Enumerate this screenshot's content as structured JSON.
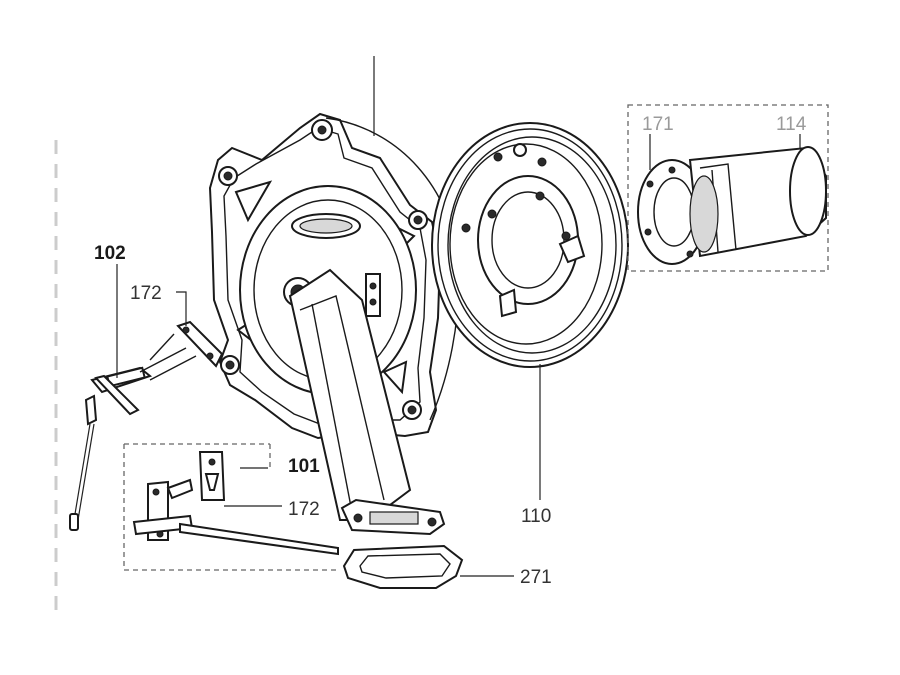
{
  "callouts": {
    "c101": "101",
    "c102": "102",
    "c110": "110",
    "c114": "114",
    "c171": "171",
    "c172_top": "172",
    "c172_bottom": "172",
    "c271": "271"
  },
  "colors": {
    "line": "#1a1a1a",
    "label": "#333333",
    "label_faded": "#9a9a9a",
    "background": "#ffffff"
  }
}
